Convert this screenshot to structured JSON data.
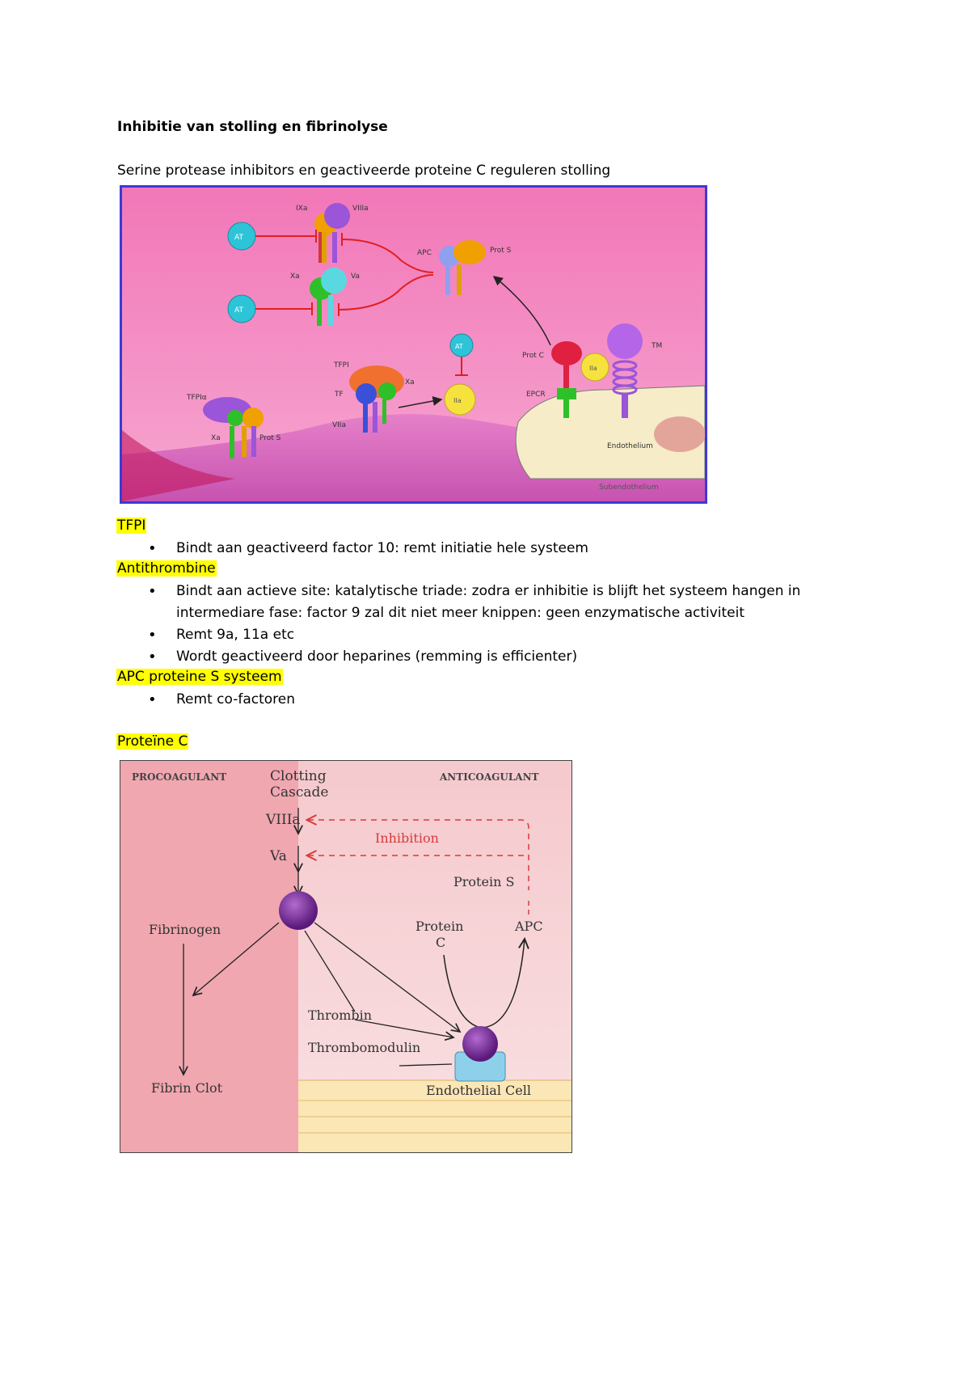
{
  "doc": {
    "title": "Inhibitie van stolling en fibrinolyse",
    "subtitle": "Serine protease inhibitors en geactiveerde proteine C reguleren stolling"
  },
  "fig1": {
    "labels": {
      "ixa": "IXa",
      "viiia": "VIIIa",
      "xa_top": "Xa",
      "va": "Va",
      "at1": "AT",
      "at2": "AT",
      "at3": "AT",
      "apc": "APC",
      "prot_s_top": "Prot S",
      "tfpi": "TFPI",
      "tf": "TF",
      "xa_mid": "Xa",
      "viia": "VIIa",
      "iia_mid": "IIa",
      "iia_right": "IIa",
      "tfpia": "TFPIα",
      "xa_low": "Xa",
      "prot_s_low": "Prot S",
      "prot_c": "Prot C",
      "epcr": "EPCR",
      "tm": "TM",
      "endothelium": "Endothelium",
      "subendothelium": "Subendothelium"
    }
  },
  "sections": {
    "tfpi": {
      "heading": "TFPI",
      "items": [
        "Bindt aan geactiveerd factor 10: remt initiatie hele systeem"
      ]
    },
    "antithrombine": {
      "heading": "Antithrombine",
      "items": [
        "Bindt aan actieve site: katalytische triade: zodra er inhibitie is blijft het systeem hangen in intermediare fase: factor 9 zal dit niet meer knippen: geen enzymatische activiteit",
        "Remt 9a, 11a etc",
        "Wordt geactiveerd door heparines (remming is efficienter)"
      ]
    },
    "apc": {
      "heading": "APC proteine S systeem",
      "items": [
        "Remt co-factoren"
      ]
    },
    "proteine_c": {
      "heading": "Proteïne C"
    }
  },
  "fig2": {
    "procoagulant": "PROCOAGULANT",
    "anticoagulant": "ANTICOAGULANT",
    "clotting": "Clotting",
    "cascade": "Cascade",
    "viiia": "VIIIa",
    "va": "Va",
    "inhibition": "Inhibition",
    "protein_s": "Protein S",
    "protein": "Protein",
    "c": "C",
    "apc": "APC",
    "fibrinogen": "Fibrinogen",
    "thrombin": "Thrombin",
    "thrombomodulin": "Thrombomodulin",
    "fibrin_clot": "Fibrin Clot",
    "endothelial_cell": "Endothelial Cell"
  }
}
